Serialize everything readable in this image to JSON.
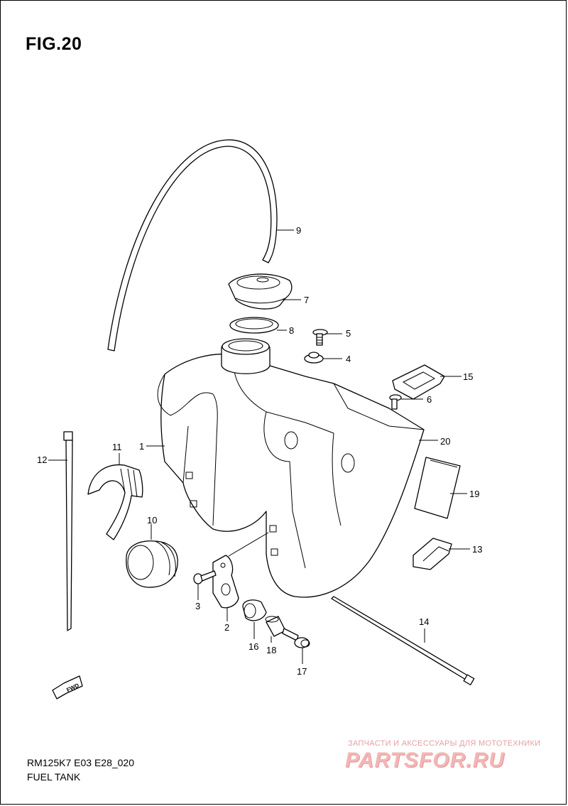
{
  "figure_title": "FIG.20",
  "model_code": "RM125K7 E03 E28_020",
  "assembly_name": "FUEL TANK",
  "fwd_label": "FWD",
  "watermark": {
    "tagline": "ЗАПЧАСТИ И АКСЕССУАРЫ ДЛЯ МОТОТЕХНИКИ",
    "logo": "PARTSFOR.RU"
  },
  "callouts": [
    "1",
    "2",
    "3",
    "4",
    "5",
    "6",
    "7",
    "8",
    "9",
    "10",
    "11",
    "12",
    "13",
    "14",
    "15",
    "16",
    "17",
    "18",
    "19",
    "20"
  ]
}
